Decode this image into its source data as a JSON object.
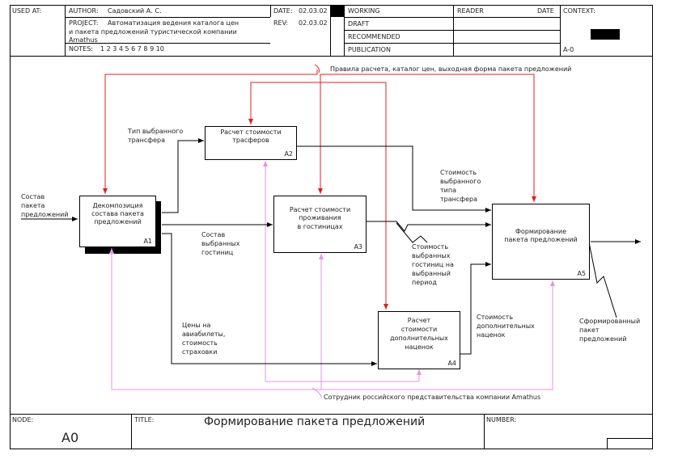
{
  "header": {
    "used_at_label": "USED AT:",
    "author_label": "AUTHOR:",
    "author_value": "Садовский А. С.",
    "date_label": "DATE:",
    "date_value": "02.03.02",
    "project_label": "PROJECT:",
    "project_value_line1": "Автоматизация ведения каталога цен",
    "project_value_line2": "и пакета предложений туристической компании",
    "project_value_line3": "Amathus",
    "rev_label": "REV:",
    "rev_value": "02.03.02",
    "notes_label": "NOTES:",
    "notes_value": "1  2  3  4  5  6  7  8  9  10",
    "status": [
      "WORKING",
      "DRAFT",
      "RECOMMENDED",
      "PUBLICATION"
    ],
    "reader_label": "READER",
    "date_col_label": "DATE",
    "context_label": "CONTEXT:",
    "context_node": "A-0"
  },
  "boxes": [
    {
      "id": "A1",
      "title_lines": [
        "Декомпозиция",
        "состава пакета",
        "предложений"
      ]
    },
    {
      "id": "A2",
      "title_lines": [
        "Расчет стоимости",
        "трасферов"
      ]
    },
    {
      "id": "A3",
      "title_lines": [
        "Расчет стоимости",
        "проживания",
        "в гостиницах"
      ]
    },
    {
      "id": "A4",
      "title_lines": [
        "Расчет",
        "стоимости",
        "дополнительных",
        "наценок"
      ]
    },
    {
      "id": "A5",
      "title_lines": [
        "Формирование",
        "пакета предложений"
      ]
    }
  ],
  "arrows": {
    "control_top": "Правила расчета, каталог цен, выходная форма пакета предложений",
    "input_left": "Состав\nпакета\nпредложений",
    "transfer_type": "Тип выбранного\nтрансфера",
    "hotels_composition": "Состав\nвыбранных\nгостиниц",
    "prices": "Цены на\nавиабилеты,\nстоимость\nстраховки",
    "transfer_cost": "Стоимость\nвыбранного\nтипа\nтрансфера",
    "hotels_cost": "Стоимость\nвыбранных\nгостиниц на\nвыбранный\nпериод",
    "extra_cost": "Стоимость\nдополнительных\nнаценок",
    "output": "Сформированный\nпакет\nпредложений",
    "mechanism": "Сотрудник российского представительства компании Amathus"
  },
  "footer": {
    "node_label": "NODE:",
    "node_value": "A0",
    "title_label": "TITLE:",
    "title_value": "Формирование пакета предложений",
    "number_label": "NUMBER:"
  },
  "colors": {
    "control": "#e0201c",
    "mechanism": "#e890f0",
    "flow": "#000000"
  }
}
